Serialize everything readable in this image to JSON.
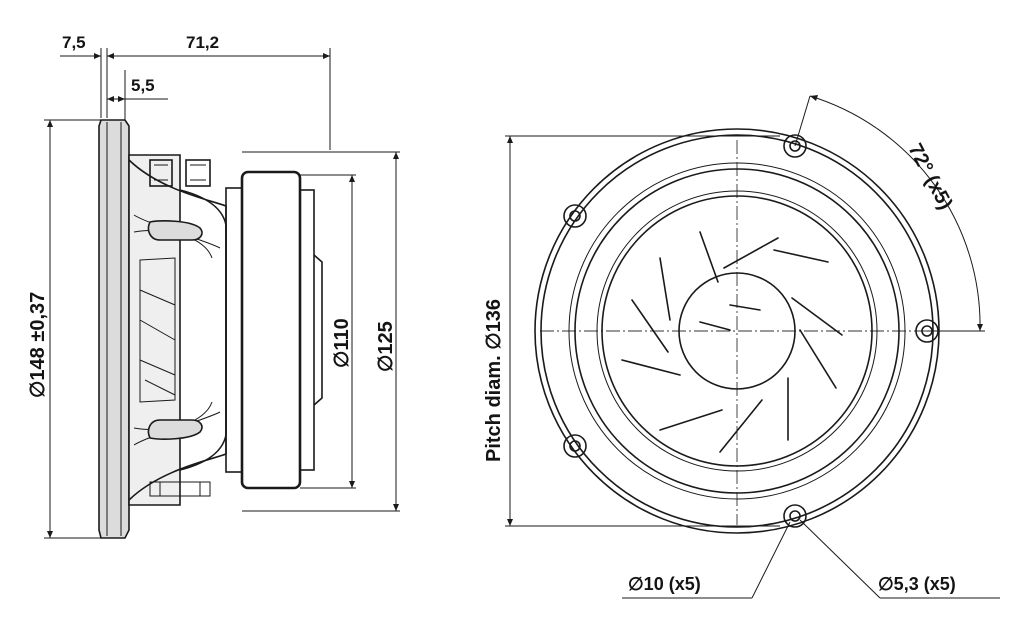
{
  "side_view": {
    "dim_top_left": "7,5",
    "dim_top_right": "71,2",
    "dim_flange": "5,5",
    "dim_outer_diameter": "∅148 ±0,37",
    "dim_magnet_inner": "∅110",
    "dim_magnet_outer": "∅125"
  },
  "front_view": {
    "dim_pitch": "Pitch diam. ∅136",
    "dim_angle": "72° (x5)",
    "dim_boss": "∅10 (x5)",
    "dim_hole": "∅5,3 (x5)"
  },
  "colors": {
    "line": "#1a1a1a",
    "fill": "#dcdcdc",
    "background": "#ffffff"
  }
}
